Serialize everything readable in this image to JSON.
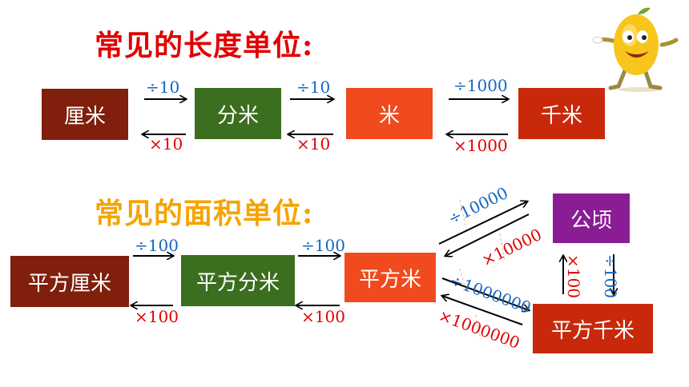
{
  "titles": {
    "length": "常见的长度单位:",
    "area": "常见的面积单位:"
  },
  "length_units": {
    "cm": "厘米",
    "dm": "分米",
    "m": "米",
    "km": "千米"
  },
  "area_units": {
    "cm2": "平方厘米",
    "dm2": "平方分米",
    "m2": "平方米",
    "ha": "公顷",
    "km2": "平方千米"
  },
  "length_ops": {
    "cm_dm_div": "÷10",
    "cm_dm_mul": "×10",
    "dm_m_div": "÷10",
    "dm_m_mul": "×10",
    "m_km_div": "÷1000",
    "m_km_mul": "×1000"
  },
  "area_ops": {
    "cm2_dm2_div": "÷100",
    "cm2_dm2_mul": "×100",
    "dm2_m2_div": "÷100",
    "dm2_m2_mul": "×100",
    "m2_ha_div": "÷10000",
    "m2_ha_mul": "×10000",
    "m2_km2_div": "÷1000000",
    "m2_km2_mul": "×1000000",
    "ha_km2_div": "÷100",
    "km2_ha_mul": "×100"
  },
  "colors": {
    "dark_red": "#7f1f0c",
    "green": "#3b6e1f",
    "orange_red": "#f04a1e",
    "red": "#c8290b",
    "purple": "#8a1d93",
    "blue": "#1566c2",
    "red_text": "#e10000"
  }
}
